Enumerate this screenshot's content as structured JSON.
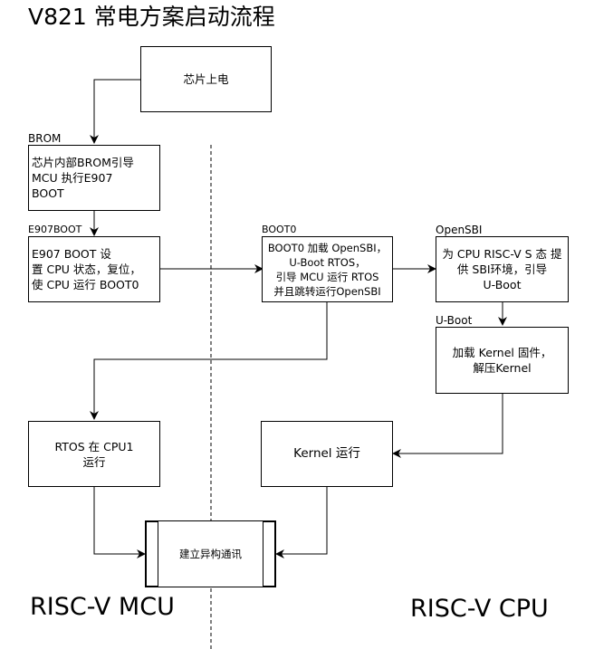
{
  "title": "V821 常电方案启动流程",
  "stages": {
    "power_on": {
      "text": "芯片上电"
    },
    "brom": {
      "label": "BROM",
      "text": "芯片内部BROM引导\nMCU 执行E907\nBOOT"
    },
    "e907boot": {
      "label": "E907BOOT",
      "text": "E907 BOOT 设\n置 CPU 状态，复位，\n使 CPU 运行 BOOT0"
    },
    "boot0": {
      "label": "BOOT0",
      "text": "BOOT0 加载 OpenSBI，\nU-Boot RTOS，\n引导 MCU 运行 RTOS\n并且跳转运行OpenSBI"
    },
    "opensbi": {
      "label": "OpenSBI",
      "text": "为 CPU RISC-V S 态 提\n供 SBI环境，引导\nU-Boot"
    },
    "uboot": {
      "label": "U-Boot",
      "text": "加载 Kernel 固件，\n解压Kernel"
    },
    "rtos": {
      "text": "RTOS 在 CPU1\n运行"
    },
    "kernel": {
      "text": "Kernel 运行"
    },
    "ipc": {
      "text": "建立异构通讯"
    }
  },
  "regions": {
    "left": "RISC-V MCU",
    "right": "RISC-V CPU"
  }
}
